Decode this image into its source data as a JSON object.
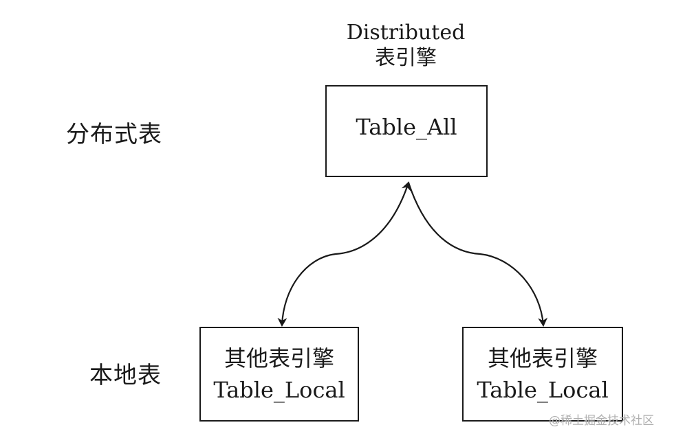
{
  "distributed_engine": {
    "line1": "Distributed",
    "line2": "表引擎"
  },
  "labels": {
    "distributed_table": "分布式表",
    "local_table": "本地表"
  },
  "boxes": {
    "table_all": "Table_All",
    "local_left": {
      "engine": "其他表引擎",
      "name": "Table_Local"
    },
    "local_right": {
      "engine": "其他表引擎",
      "name": "Table_Local"
    }
  },
  "watermark": "@稀土掘金技术社区"
}
